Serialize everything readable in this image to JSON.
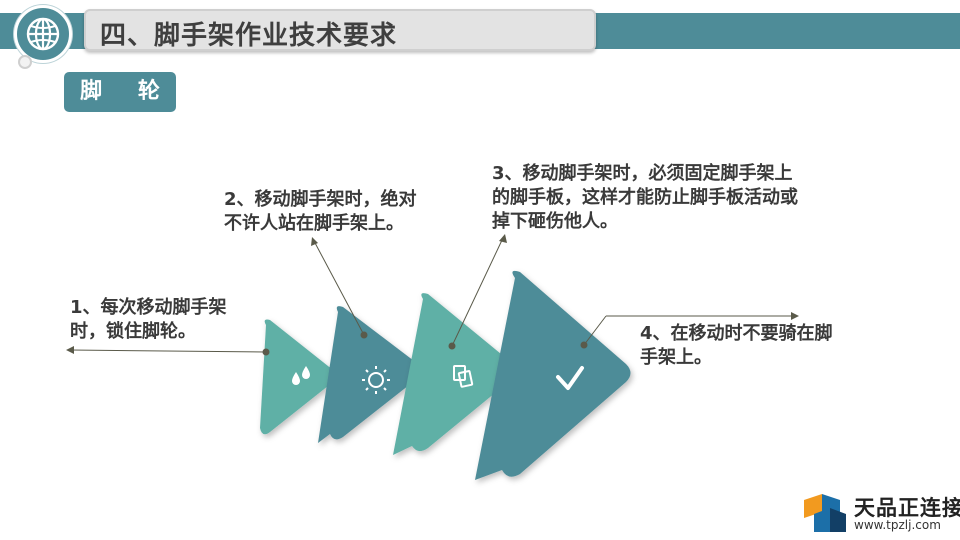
{
  "header": {
    "title": "四、脚手架作业技术要求"
  },
  "section": {
    "label": "脚 轮"
  },
  "steps": [
    {
      "lines": [
        "1、每次移动脚手架",
        "时，锁住脚轮。"
      ],
      "icon": "water-drops-icon"
    },
    {
      "lines": [
        "2、移动脚手架时，绝对",
        "不许人站在脚手架上。"
      ],
      "icon": "sun-icon"
    },
    {
      "lines": [
        "3、移动脚手架时，必须固定脚手架上",
        "的脚手板，这样才能防止脚手板活动或",
        "掉下砸伤他人。"
      ],
      "icon": "documents-icon"
    },
    {
      "lines": [
        "4、在移动时不要骑在脚",
        "手架上。"
      ],
      "icon": "checkmark-icon"
    }
  ],
  "brand": {
    "name": "天品正连接",
    "url": "www.tpzlj.com"
  },
  "colors": {
    "teal_dark": "#4e8c98",
    "teal_light": "#5bb0a8",
    "line": "#5a5a4a"
  }
}
